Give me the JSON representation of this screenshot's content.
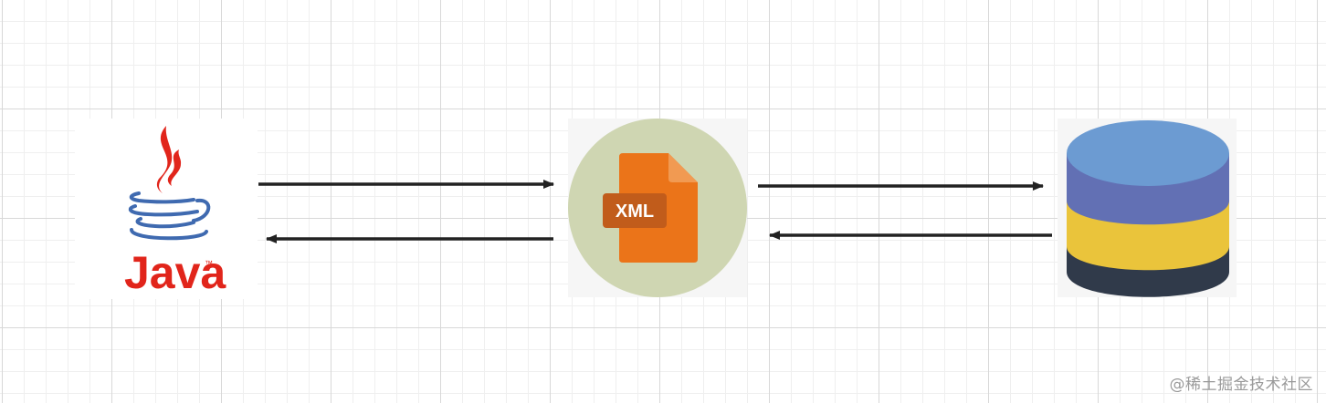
{
  "java": {
    "wordmark": "Java",
    "trademark": "™",
    "icon": "java-coffee-cup-logo-icon",
    "colors": {
      "red": "#e1251b",
      "blue": "#3f6ab0"
    }
  },
  "xml": {
    "label": "XML",
    "icon": "xml-file-icon",
    "colors": {
      "circle": "#cfd6b2",
      "file": "#eb7419",
      "fold": "#f19a52",
      "tag": "#c15c1b"
    }
  },
  "database": {
    "icon": "database-stack-icon",
    "colors": {
      "top": "#6c9bd2",
      "layer1": "#6270b4",
      "layer2": "#eac43b",
      "layer3": "#303a4a"
    }
  },
  "arrows": {
    "color": "#222222"
  },
  "watermark": "@稀土掘金技术社区"
}
